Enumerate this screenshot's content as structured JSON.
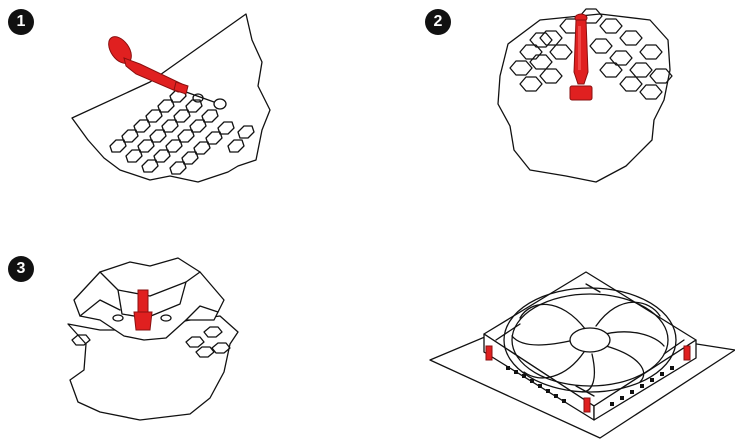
{
  "steps": [
    {
      "number": "1"
    },
    {
      "number": "2"
    },
    {
      "number": "3"
    }
  ],
  "colors": {
    "badge": "#111111",
    "pin": "#e02020",
    "line": "#111111",
    "background": "#ffffff"
  },
  "icons": [
    "push-pin-icon",
    "heatsink-fin-icon",
    "fan-icon"
  ]
}
